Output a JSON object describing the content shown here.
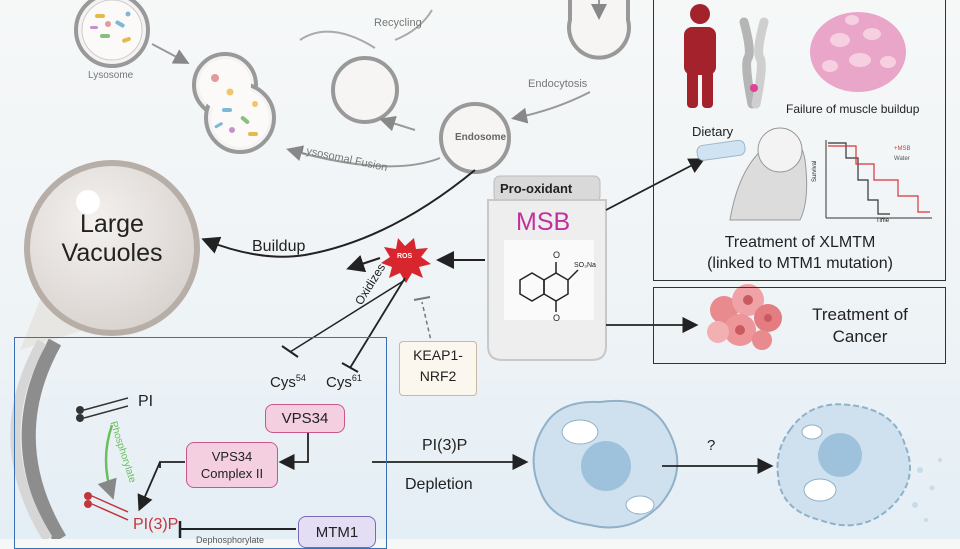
{
  "vesicle_cycle": {
    "lysosome": "Lysosome",
    "recycling": "Recycling",
    "endocytosis": "Endocytosis",
    "endosome": "Endosome",
    "lysosomal_fusion": "Lysosomal Fusion"
  },
  "large_vacuoles": "Large\nVacuoles",
  "buildup": "Buildup",
  "ros": "ROS",
  "oxidizes": "Oxidizes",
  "msb": {
    "header": "Pro-oxidant",
    "name": "MSB",
    "so3na": "SO₃Na"
  },
  "keap": "KEAP1-\nNRF2",
  "xlmtm_panel": {
    "muscle_failure": "Failure of muscle buildup",
    "dietary": "Dietary",
    "legend_msb": "+MSB",
    "legend_water": "Water",
    "axis_survival": "Survival",
    "axis_time": "Time",
    "treatment": "Treatment of XLMTM\n(linked to MTM1 mutation)"
  },
  "cancer_panel": {
    "treatment": "Treatment of\nCancer"
  },
  "inset": {
    "pi": "PI",
    "phosphorylate": "Phosphorylate",
    "pi3p": "PI(3)P",
    "cys54": "Cys",
    "cys54_sup": "54",
    "cys61": "Cys",
    "cys61_sup": "61",
    "vps34": "VPS34",
    "complex": "VPS34\nComplex II",
    "mtm1": "MTM1",
    "dephos_partial": "Dephosphorylate"
  },
  "pathway": {
    "pi3p": "PI(3)P",
    "depletion": "Depletion",
    "question": "?"
  },
  "colors": {
    "ros_red": "#d8262f",
    "msb_magenta": "#c2309e",
    "pink_box": "#f3cfe0",
    "pink_border": "#c9578c",
    "lavender": "#e4def5",
    "lavender_border": "#7a68b8",
    "inset_border": "#3a6fb3",
    "cell_blue": "#cfe1ee",
    "nucleus_blue": "#9ec1dc",
    "survival_red": "#d7363a",
    "survival_dark": "#333333"
  }
}
